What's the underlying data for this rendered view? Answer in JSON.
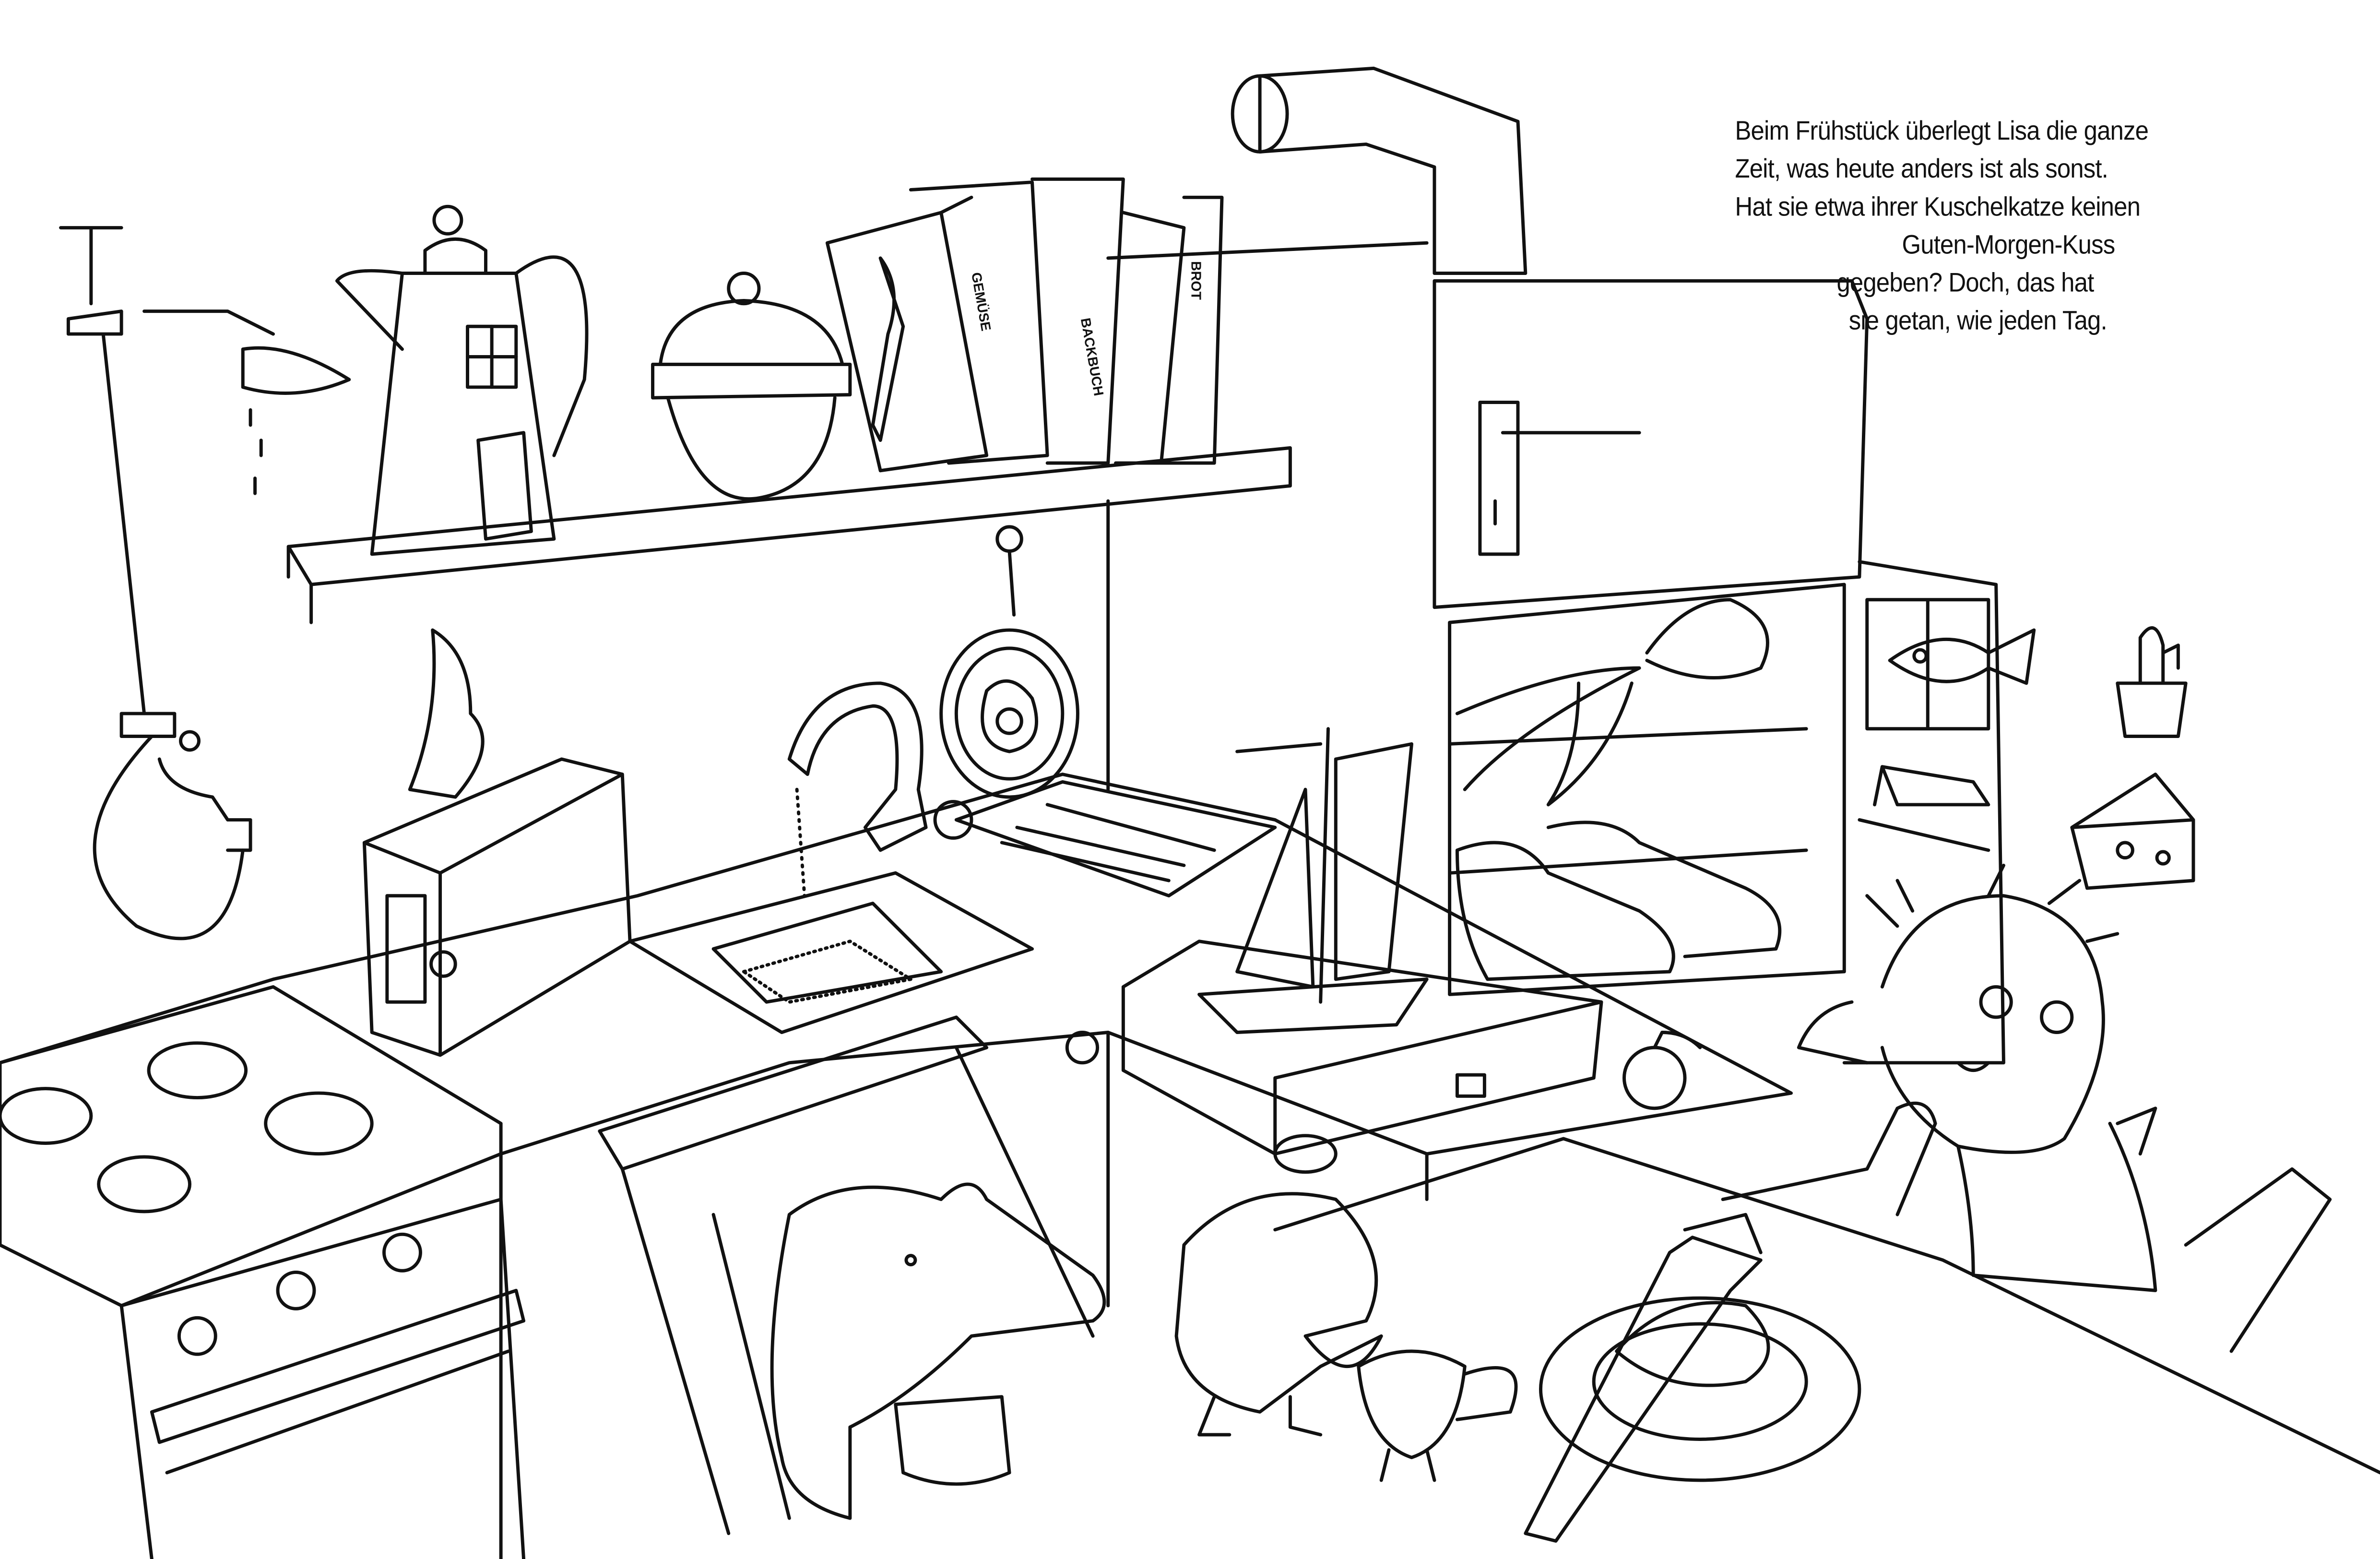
{
  "story": {
    "lines": [
      "Beim Frühstück überlegt Lisa die ganze",
      "Zeit, was heute anders ist als sonst.",
      "Hat sie etwa ihrer Kuschelkatze keinen",
      "Guten-Morgen-Kuss",
      "gegeben? Doch, das hat",
      "sie getan, wie jeden Tag."
    ]
  },
  "books": {
    "gemuese": "GEMÜSE",
    "backbuch": "BACKBUCH",
    "brot": "BROT"
  },
  "colors": {
    "ink": "#111111",
    "paper": "#ffffff"
  }
}
